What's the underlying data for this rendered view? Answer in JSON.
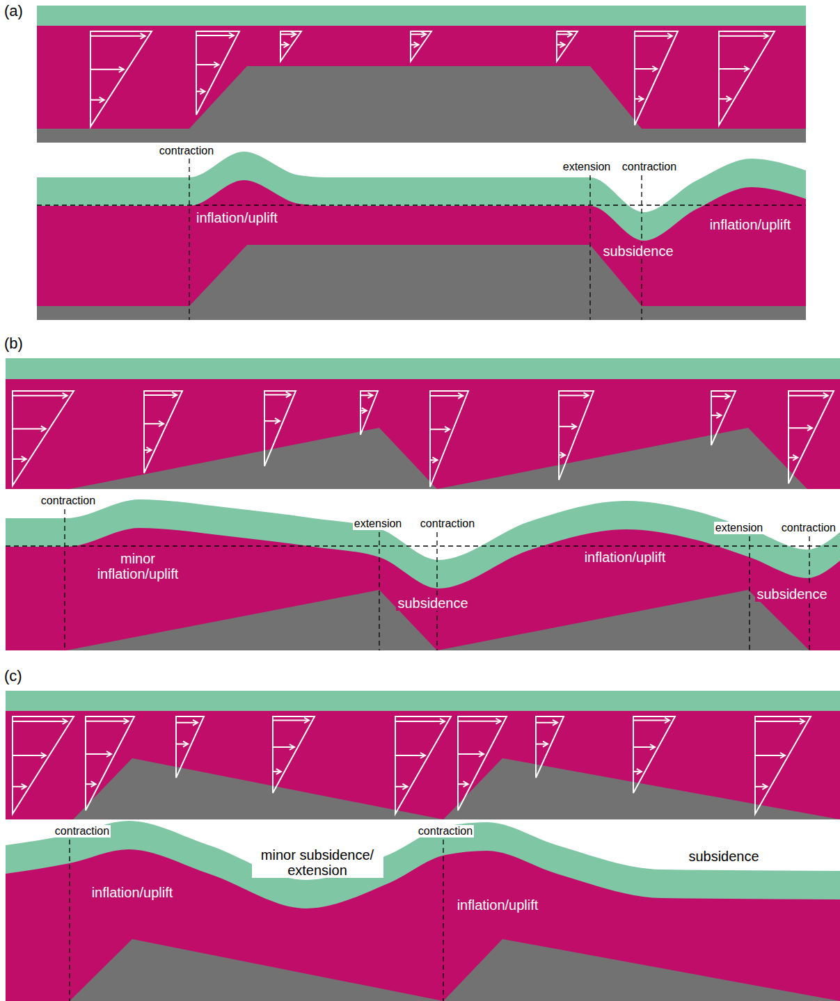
{
  "diagram": {
    "labels": [
      "(a)",
      "contraction",
      "inflation/uplift",
      "extension",
      "contraction",
      "inflation/uplift",
      "subsidence",
      "(b)",
      "contraction",
      "minor inflation/uplift",
      "extension",
      "contraction",
      "extension",
      "contraction",
      "inflation/uplift",
      "subsidence",
      "subsidence",
      "(c)",
      "contraction",
      "contraction",
      "minor subsidence/ extension",
      "inflation/uplift",
      "inflation/uplift",
      "subsidence"
    ]
  }
}
